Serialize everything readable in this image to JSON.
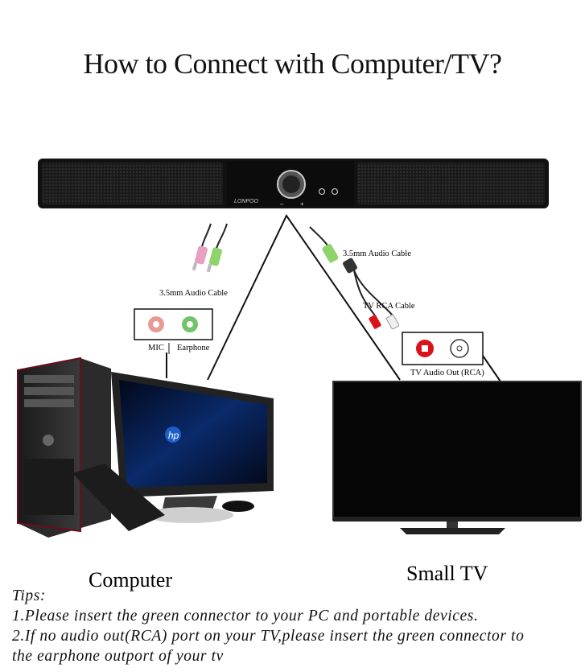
{
  "title": "How to Connect with Computer/TV?",
  "soundbar": {
    "brand": "LONPOO",
    "minus": "–",
    "plus": "+"
  },
  "labels": {
    "cable_left": "3.5mm Audio Cable",
    "cable_right": "3.5mm Audio Cable",
    "rca_cable": "TV RCA Cable",
    "mic": "MIC",
    "earphone": "Earphone",
    "tv_audio_out": "TV Audio Out (RCA)"
  },
  "monitor_brand": "hp",
  "captions": {
    "computer": "Computer",
    "tv": "Small TV"
  },
  "tips": {
    "heading": "Tips:",
    "line1": "1.Please insert the green connector to your PC and portable devices.",
    "line2": "2.If no audio out(RCA) port on your TV,please insert the green connector to",
    "line3": "the earphone outport of your tv"
  },
  "colors": {
    "mic_pink": "#e89a94",
    "earphone_green": "#72c46c",
    "rca_red": "#d8141b",
    "rca_white": "#ffffff",
    "plug_green": "#8fd46a",
    "plug_pink": "#e8a0c0"
  }
}
